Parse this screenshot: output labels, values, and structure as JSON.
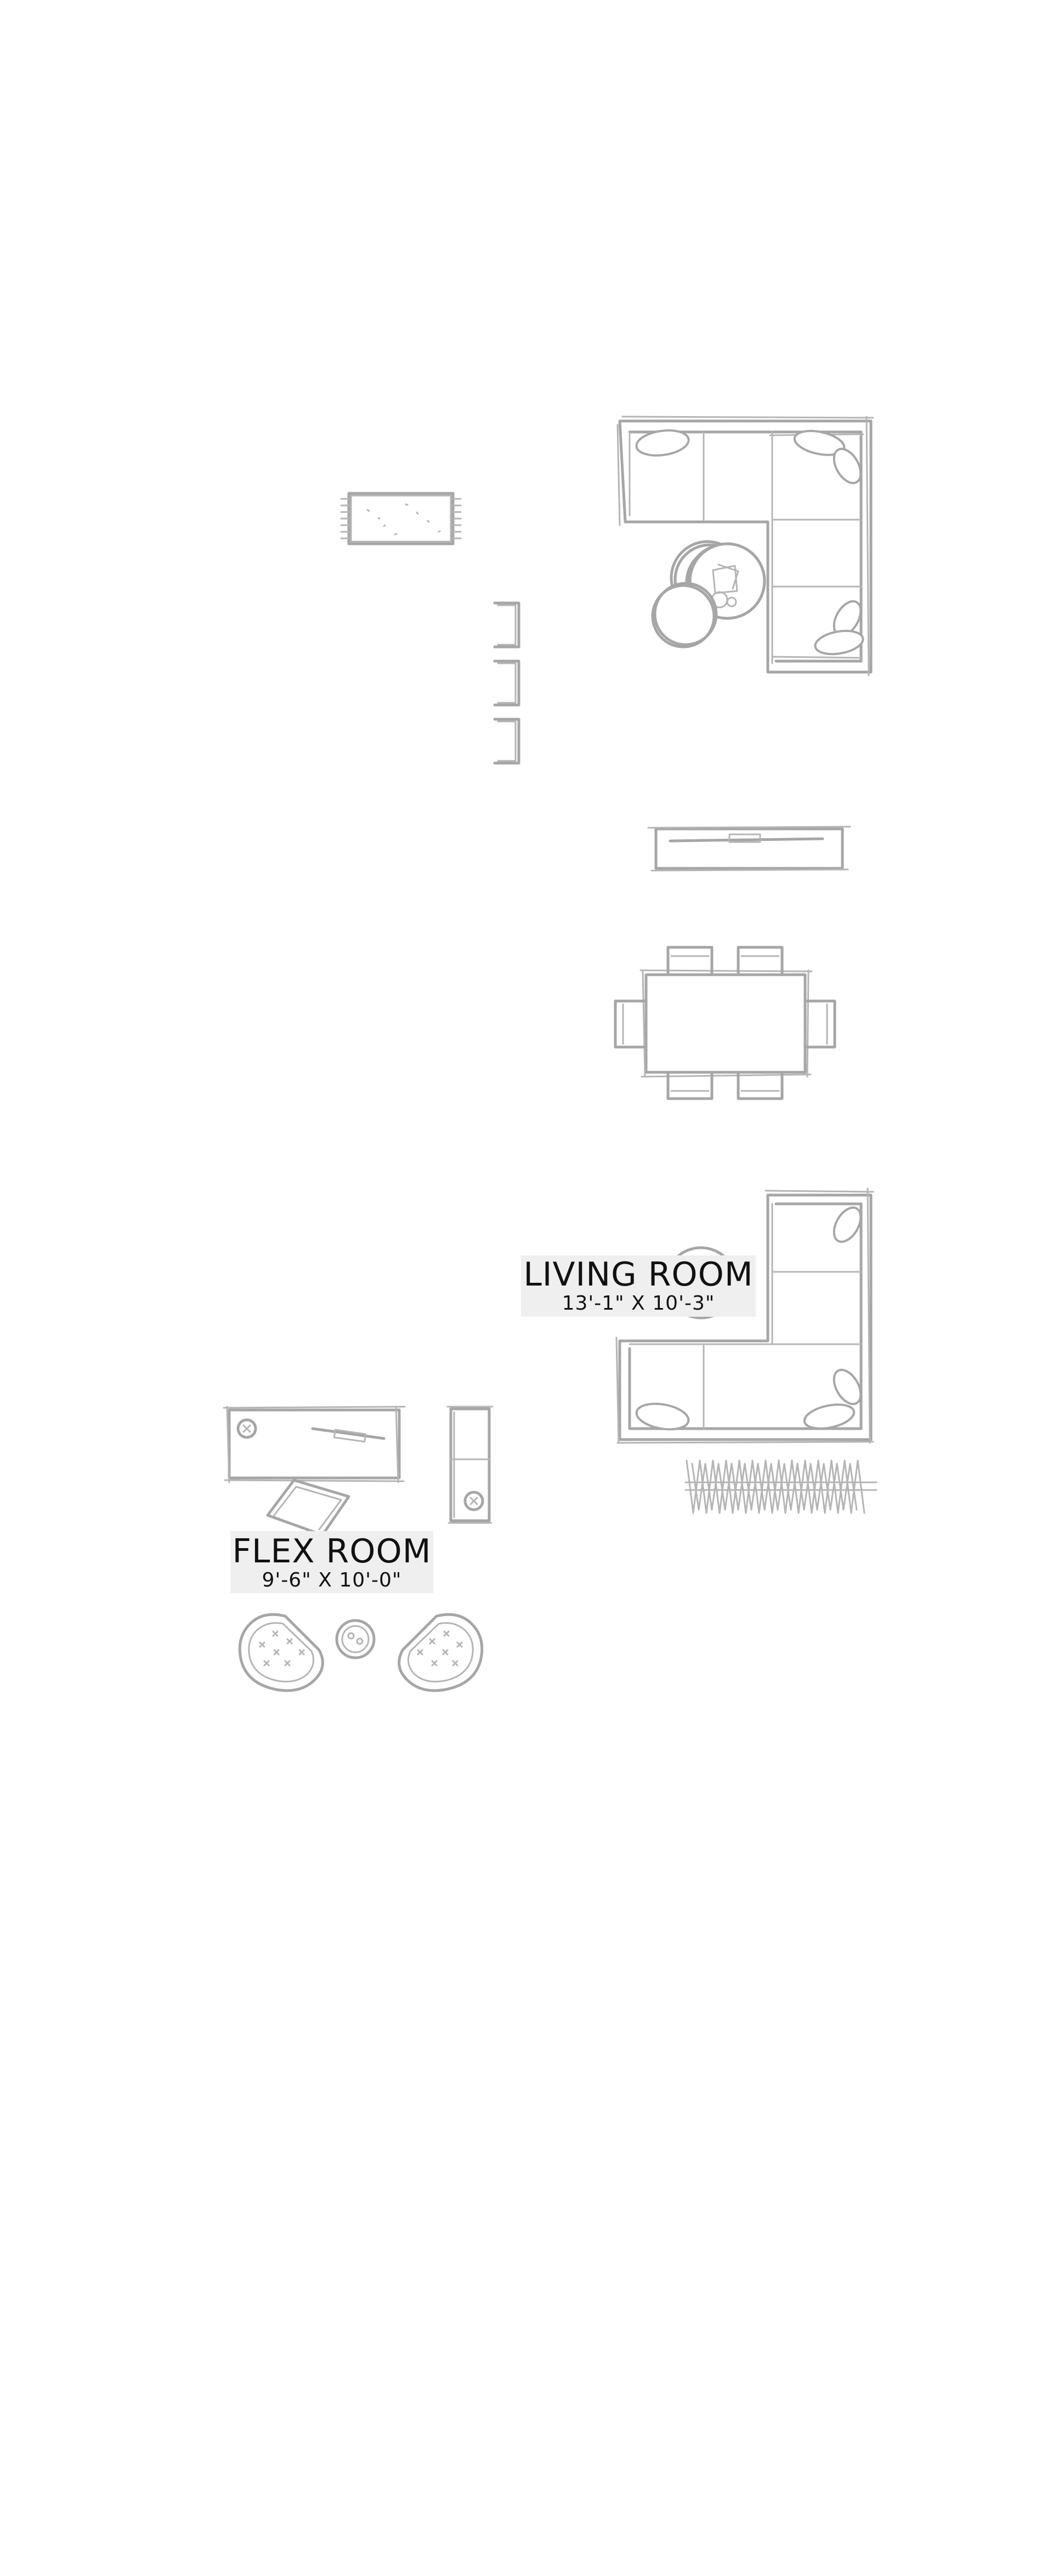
{
  "rooms": {
    "living": {
      "name": "LIVING ROOM",
      "dimensions": "13'-1\" X 10'-3\""
    },
    "flex": {
      "name": "FLEX ROOM",
      "dimensions": "9'-6\" X 10'-0\""
    }
  },
  "colors": {
    "line": "#a6a6a6",
    "label_background": "#efefef",
    "text": "#111111"
  }
}
